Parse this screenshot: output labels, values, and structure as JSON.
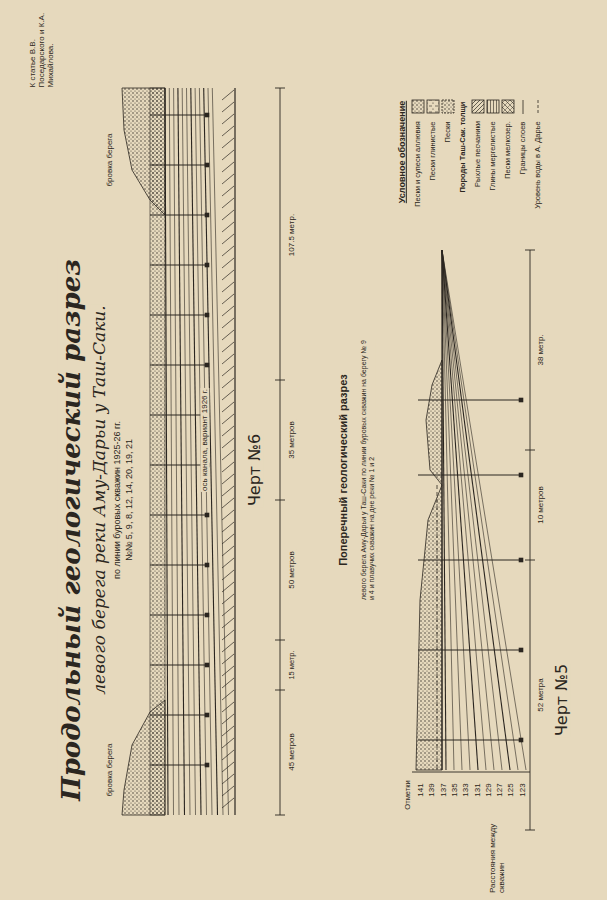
{
  "diagram": {
    "title": "Продольный геологический разрез",
    "labels": [
      "К статье В.В. Поседарского и К.А. Михайлова.",
      "левого берега реки Аму-Дарьи у Таш-Саки.",
      "по линии буровых скважин 1925-26 гг.",
      "№№ 5, 9, 8, 12, 14, 20, 19, 21",
      "бровка берега",
      "ось канала, вариант 1926 г.",
      "бровка берега",
      "Черт №6",
      "107.5 метр.",
      "35 метров",
      "50 метров",
      "15 метр.",
      "45 метров",
      "Поперечный геологический разрез",
      "левого берега Аму-Дарьи у Таш-Саки по линии буровых скважин на берегу № 9 и 4 и плавучих скважин на дне реки № 1 и 2",
      "Условное обозначение",
      "Породы Таш-Сак. толщи",
      "38 метр.",
      "10 метров",
      "52 метра",
      "Черт №5",
      "Отметки",
      "141",
      "139",
      "137",
      "135",
      "133",
      "131",
      "129",
      "127",
      "125",
      "123",
      "Расстояния между скважин"
    ],
    "legend": [
      {
        "text": "Пески и супеси аллювия"
      },
      {
        "text": "Пески глинистые"
      },
      {
        "text": "Пески"
      },
      {
        "text": "Рыхлые песчаники"
      },
      {
        "text": "Глины мергелистые"
      },
      {
        "text": "Пески мелкозер."
      },
      {
        "text": "Границы слоев"
      },
      {
        "text": "Уровень воды в А. Дарье"
      }
    ]
  }
}
